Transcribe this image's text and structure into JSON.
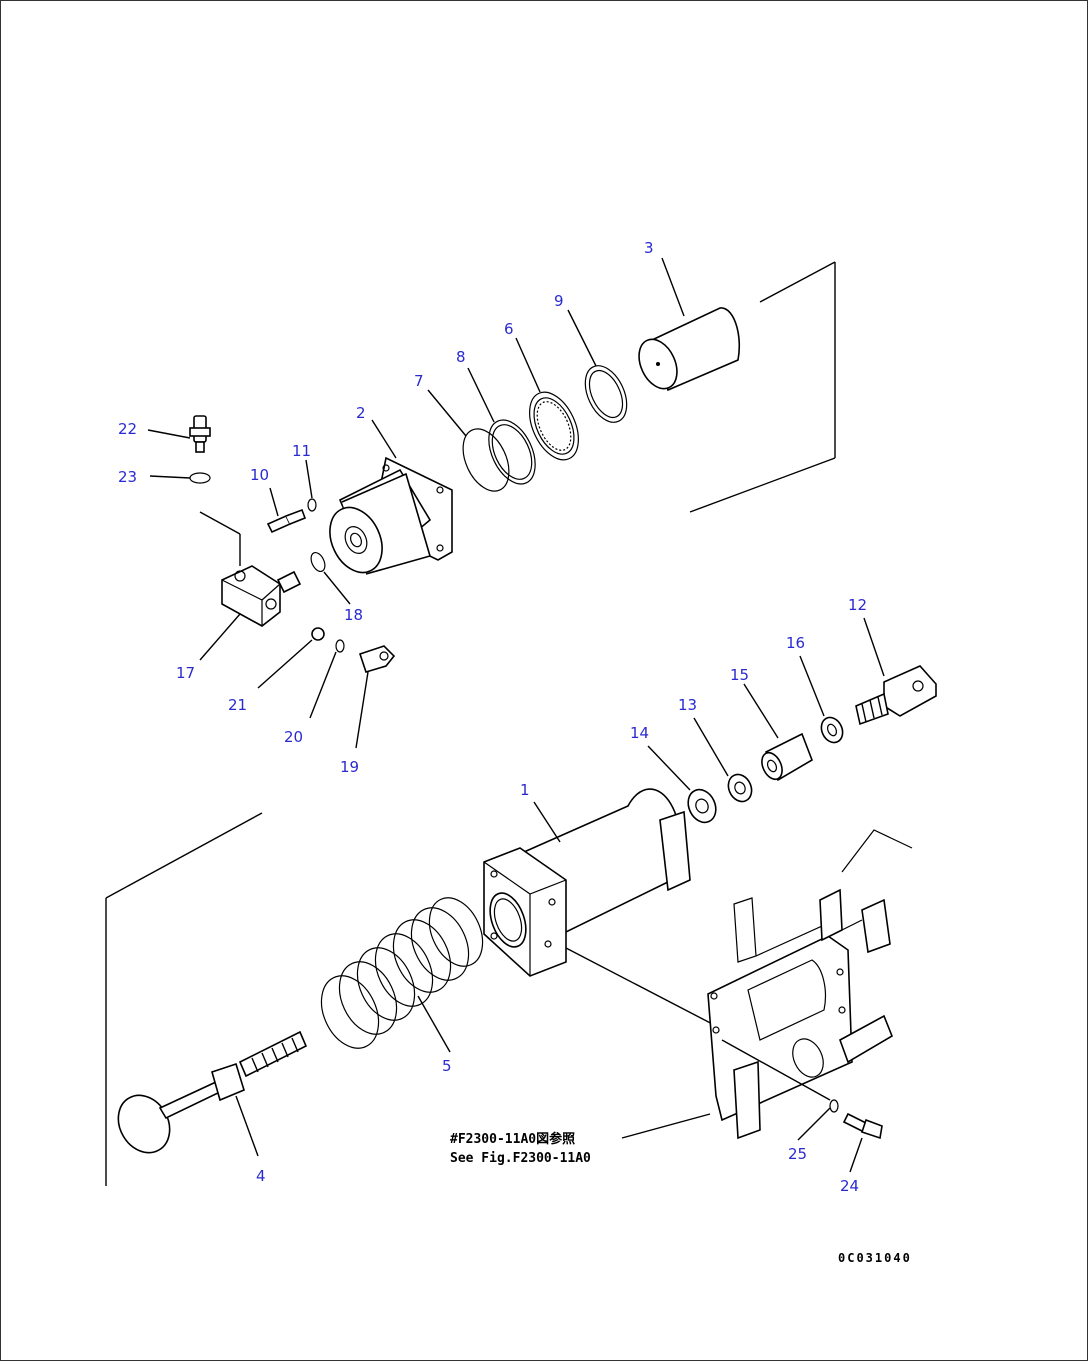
{
  "diagram": {
    "callouts": [
      {
        "id": "1",
        "label": "1"
      },
      {
        "id": "2",
        "label": "2"
      },
      {
        "id": "3",
        "label": "3"
      },
      {
        "id": "4",
        "label": "4"
      },
      {
        "id": "5",
        "label": "5"
      },
      {
        "id": "6",
        "label": "6"
      },
      {
        "id": "7",
        "label": "7"
      },
      {
        "id": "8",
        "label": "8"
      },
      {
        "id": "9",
        "label": "9"
      },
      {
        "id": "10",
        "label": "10"
      },
      {
        "id": "11",
        "label": "11"
      },
      {
        "id": "12",
        "label": "12"
      },
      {
        "id": "13",
        "label": "13"
      },
      {
        "id": "14",
        "label": "14"
      },
      {
        "id": "15",
        "label": "15"
      },
      {
        "id": "16",
        "label": "16"
      },
      {
        "id": "17",
        "label": "17"
      },
      {
        "id": "18",
        "label": "18"
      },
      {
        "id": "19",
        "label": "19"
      },
      {
        "id": "20",
        "label": "20"
      },
      {
        "id": "21",
        "label": "21"
      },
      {
        "id": "22",
        "label": "22"
      },
      {
        "id": "23",
        "label": "23"
      },
      {
        "id": "24",
        "label": "24"
      },
      {
        "id": "25",
        "label": "25"
      }
    ],
    "reference_note_line1": "#F2300-11A0図参照",
    "reference_note_line2": "See Fig.F2300-11A0",
    "drawing_code": "0C031040",
    "colors": {
      "callout": "#2a2ad0",
      "line": "#000000",
      "background": "#ffffff"
    }
  }
}
